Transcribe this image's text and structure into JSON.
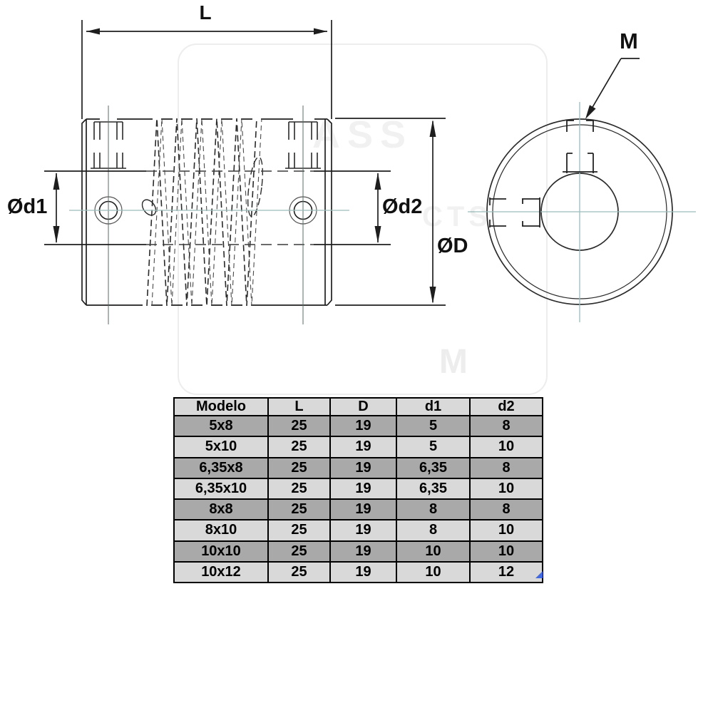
{
  "drawing": {
    "dimension_labels": {
      "length": "L",
      "bore_left": "Ød1",
      "bore_right": "Ød2",
      "outer_diameter": "ØD",
      "screw_thread": "M"
    },
    "watermark": {
      "fragment_1": "ASS",
      "fragment_2": "CTS",
      "fragment_3": "M"
    }
  },
  "colors": {
    "line": "#1e1e1e",
    "hidden_line": "#3a3a3a",
    "centerline_teal": "#9cbcbc",
    "centerline_dark": "#5a6a6a",
    "table_header_bg": "#d9d9d9",
    "table_row_dark": "#a9a9a9",
    "table_row_light": "#d9d9d9",
    "handle_blue": "#4169e1"
  },
  "table": {
    "headers": [
      "Modelo",
      "L",
      "D",
      "d1",
      "d2"
    ],
    "rows": [
      [
        "5x8",
        "25",
        "19",
        "5",
        "8"
      ],
      [
        "5x10",
        "25",
        "19",
        "5",
        "10"
      ],
      [
        "6,35x8",
        "25",
        "19",
        "6,35",
        "8"
      ],
      [
        "6,35x10",
        "25",
        "19",
        "6,35",
        "10"
      ],
      [
        "8x8",
        "25",
        "19",
        "8",
        "8"
      ],
      [
        "8x10",
        "25",
        "19",
        "8",
        "10"
      ],
      [
        "10x10",
        "25",
        "19",
        "10",
        "10"
      ],
      [
        "10x12",
        "25",
        "19",
        "10",
        "12"
      ]
    ]
  }
}
